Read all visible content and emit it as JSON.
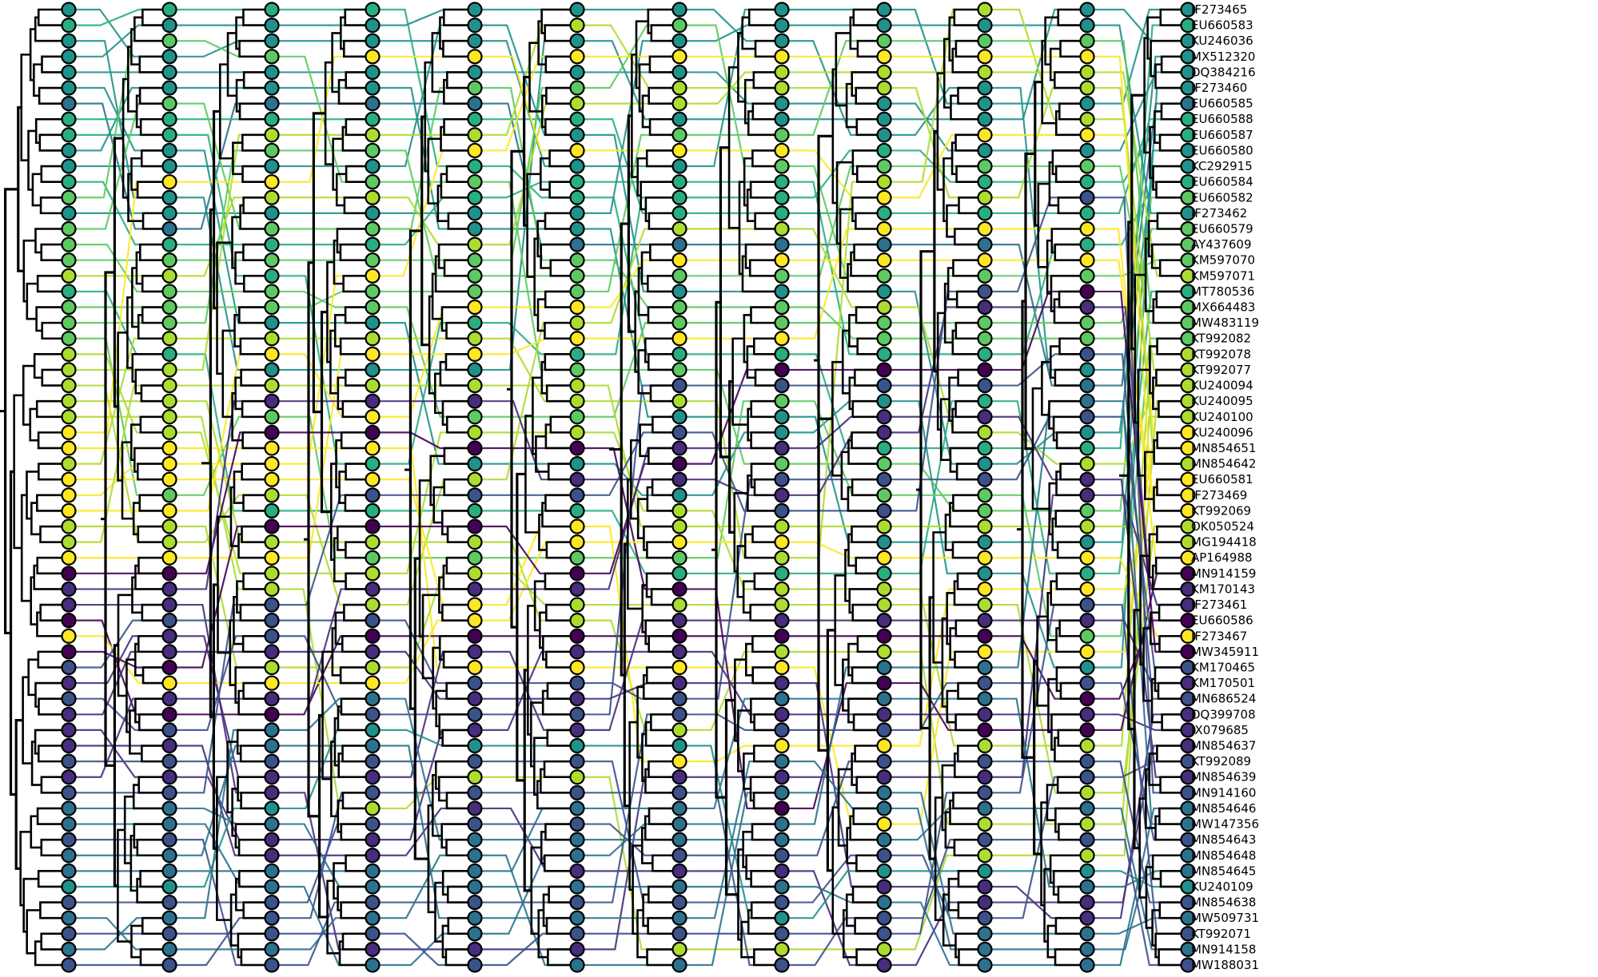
{
  "figure": {
    "kind": "tanglegram",
    "tree_count": 12,
    "colormap": "viridis",
    "palette": [
      "#440154",
      "#472d7b",
      "#3b528b",
      "#2c728e",
      "#21918c",
      "#28ae80",
      "#5ec962",
      "#addc30",
      "#fde725"
    ],
    "branch_color": "#000000",
    "marker_outline": "#000000",
    "background": "#ffffff"
  },
  "tip_labels": [
    "JF273465",
    "EU660583",
    "KU246036",
    "MX512320",
    "DQ384216",
    "JF273460",
    "EU660585",
    "EU660588",
    "EU660587",
    "EU660580",
    "KC292915",
    "EU660584",
    "EU660582",
    "JF273462",
    "EU660579",
    "AY437609",
    "KM597070",
    "KM597071",
    "MT780536",
    "MX664483",
    "MW483119",
    "KT992082",
    "KT992078",
    "KT992077",
    "KU240094",
    "KU240095",
    "KU240100",
    "KU240096",
    "MN854651",
    "MN854642",
    "EU660581",
    "JF273469",
    "KT992069",
    "OK050524",
    "MG194418",
    "AP164988",
    "MN914159",
    "KM170143",
    "JF273461",
    "EU660586",
    "JF273467",
    "MW345911",
    "KM170465",
    "KM170501",
    "MN686524",
    "DQ399708",
    "JX079685",
    "MN854637",
    "KT992089",
    "MN854639",
    "MN914160",
    "MN854646",
    "MW147356",
    "MN854643",
    "MN854648",
    "MN854645",
    "KU240109",
    "MN854638",
    "MW509731",
    "KT992071",
    "MN914158",
    "MW188031"
  ]
}
